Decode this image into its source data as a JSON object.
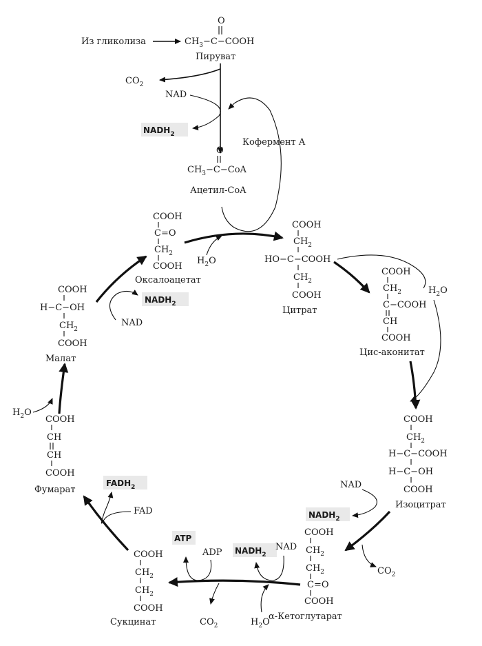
{
  "pyruvate": {
    "from_label": "Из гликолиза",
    "formula_ch3": "CH",
    "formula_sub": "3",
    "formula_rest": "−C−COOH",
    "oxygen": "O",
    "name": "Пируват"
  },
  "top_step": {
    "co2": "CO",
    "co2_sub": "2",
    "nad": "NAD",
    "nadh": "NADH",
    "nadh_sub": "2",
    "coenzyme": "Кофермент A"
  },
  "acetyl": {
    "oxygen": "O",
    "formula_ch3": "CH",
    "formula_sub": "3",
    "formula_rest": "−C−CoA",
    "name": "Ацетил-CoA"
  },
  "oxaloacetate": {
    "lines": [
      "COOH",
      "C=O",
      "CH",
      "COOH"
    ],
    "ch2_sub": "2",
    "name": "Оксалоацетат",
    "nad": "NAD",
    "nadh": "NADH",
    "nadh_sub": "2"
  },
  "water_citrate": {
    "h": "H",
    "sub": "2",
    "o": "O"
  },
  "citrate": {
    "top": "COOH",
    "ch2": "CH",
    "ch2_sub": "2",
    "middle": "HO−C−COOH",
    "ch2b": "CH",
    "ch2b_sub": "2",
    "bottom": "COOH",
    "name": "Цитрат"
  },
  "cis_aconitate": {
    "top": "COOH",
    "ch2": "CH",
    "ch2_sub": "2",
    "middle": "C−COOH",
    "ch": "CH",
    "bottom": "COOH",
    "name": "Цис-аконитат",
    "water": "H",
    "water_sub": "2",
    "water_o": "O"
  },
  "isocitrate": {
    "top": "COOH",
    "ch2": "CH",
    "ch2_sub": "2",
    "line1": "H−C−COOH",
    "line2": "H−C−OH",
    "bottom": "COOH",
    "name": "Изоцитрат",
    "nad": "NAD",
    "nadh": "NADH",
    "nadh_sub": "2",
    "co2": "CO",
    "co2_sub": "2"
  },
  "ketoglutarate": {
    "top": "COOH",
    "ch2a": "CH",
    "ch2a_sub": "2",
    "ch2b": "CH",
    "ch2b_sub": "2",
    "keto": "C=O",
    "bottom": "COOH",
    "name": "α-Кетоглутарат",
    "nad": "NAD",
    "nadh": "NADH",
    "nadh_sub": "2",
    "water": "H",
    "water_sub": "2",
    "water_o": "O",
    "co2": "CO",
    "co2_sub": "2",
    "adp": "ADP",
    "atp": "ATP"
  },
  "succinate": {
    "top": "COOH",
    "ch2a": "CH",
    "ch2a_sub": "2",
    "ch2b": "CH",
    "ch2b_sub": "2",
    "bottom": "COOH",
    "name": "Сукцинат",
    "fad": "FAD",
    "fadh": "FADH",
    "fadh_sub": "2"
  },
  "fumarate": {
    "top": "COOH",
    "ch1": "CH",
    "ch2": "CH",
    "bottom": "COOH",
    "name": "Фумарат",
    "water": "H",
    "water_sub": "2",
    "water_o": "O"
  },
  "malate": {
    "top": "COOH",
    "line": "H−C−OH",
    "ch2": "CH",
    "ch2_sub": "2",
    "bottom": "COOH",
    "name": "Малат"
  }
}
